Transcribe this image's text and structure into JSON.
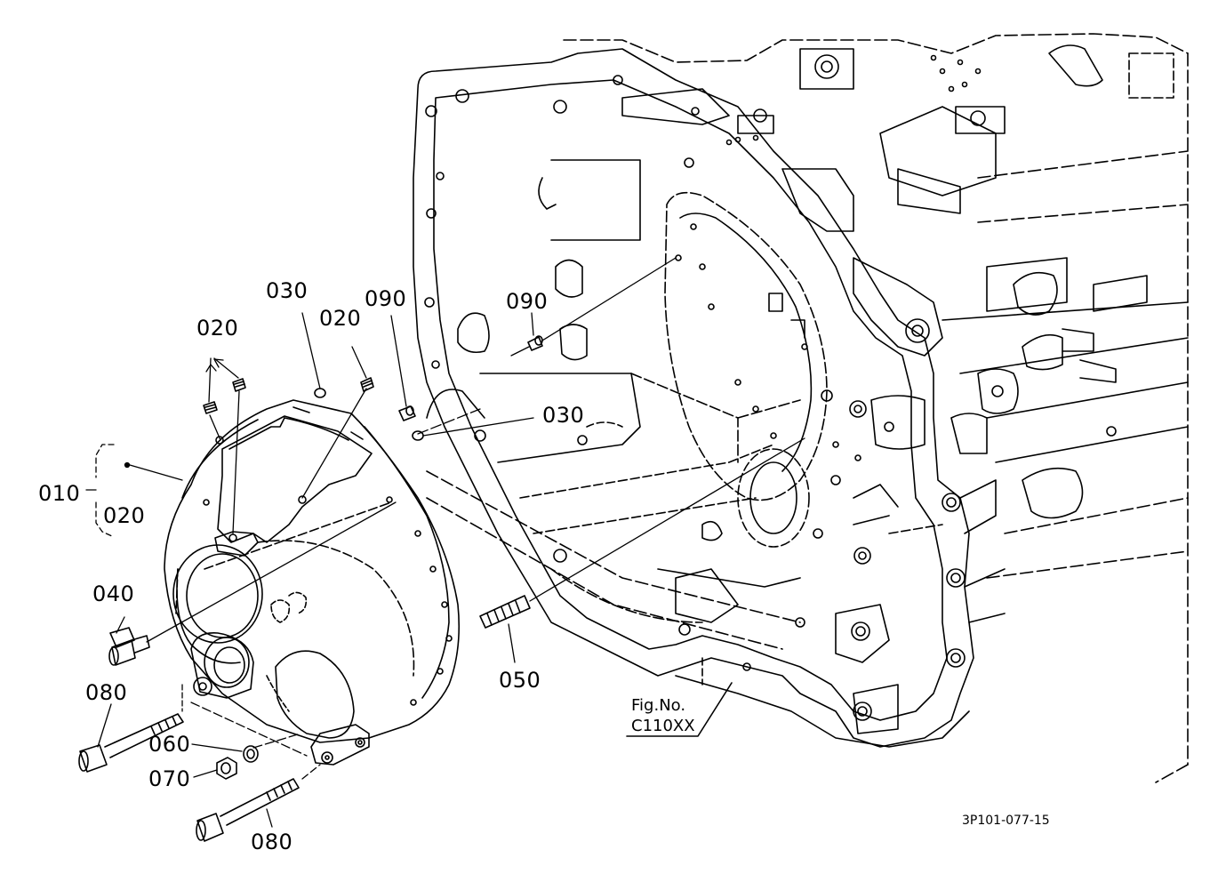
{
  "labels": {
    "p010": "010",
    "p020_group": "020",
    "p020_a": "020",
    "p020_b": "020",
    "p030_a": "030",
    "p030_b": "030",
    "p040": "040",
    "p050": "050",
    "p060": "060",
    "p070": "070",
    "p080_a": "080",
    "p080_b": "080",
    "p090_a": "090",
    "p090_b": "090"
  },
  "figure_ref": {
    "line1": "Fig.No.",
    "line2": "C110XX"
  },
  "drawing_code": "3P101-077-15"
}
